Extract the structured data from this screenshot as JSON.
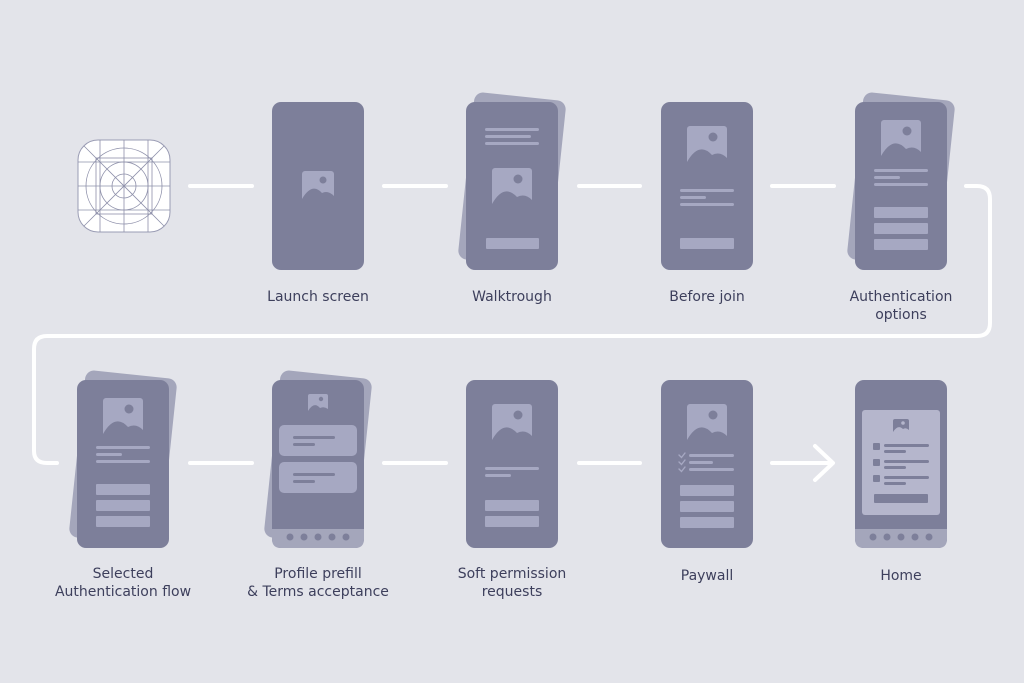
{
  "colors": {
    "background": "#e3e4ea",
    "phone": "#7d7f9a",
    "phone_back": "#a4a6bb",
    "element": "#a6a8c2",
    "panel": "#b5b6cc",
    "connector": "#ffffff",
    "label": "#3d3f5c"
  },
  "steps": [
    {
      "id": "app-icon",
      "label": ""
    },
    {
      "id": "launch-screen",
      "label": "Launch screen"
    },
    {
      "id": "walkthrough",
      "label": "Walktrough"
    },
    {
      "id": "before-join",
      "label": "Before join"
    },
    {
      "id": "authentication-options",
      "label": "Authentication",
      "label2": "options"
    },
    {
      "id": "selected-authentication-flow",
      "label": "Selected",
      "label2": "Authentication flow"
    },
    {
      "id": "profile-prefill",
      "label": "Profile prefill",
      "label2": "& Terms acceptance"
    },
    {
      "id": "soft-permission-requests",
      "label": "Soft permission",
      "label2": "requests"
    },
    {
      "id": "paywall",
      "label": "Paywall"
    },
    {
      "id": "home",
      "label": "Home"
    }
  ]
}
